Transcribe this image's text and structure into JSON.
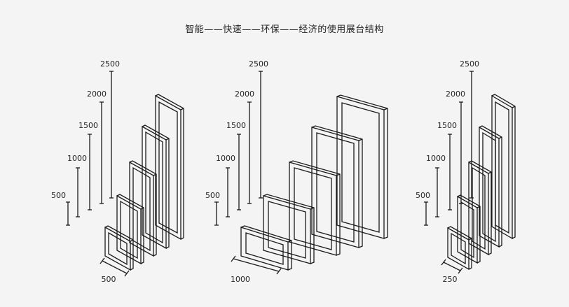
{
  "title": "智能——快速——环保——经济的使用展台结构",
  "diagrams": [
    {
      "heights": [
        "500",
        "1000",
        "1500",
        "2000",
        "2500"
      ],
      "width_label": "500"
    },
    {
      "heights": [
        "500",
        "1000",
        "1500",
        "2000",
        "2500"
      ],
      "width_label": "1000"
    },
    {
      "heights": [
        "500",
        "1000",
        "1500",
        "2000",
        "2500"
      ],
      "width_label": "250"
    }
  ],
  "colors": {
    "line": "#1a1a1a",
    "background": "#f5f4f4"
  }
}
